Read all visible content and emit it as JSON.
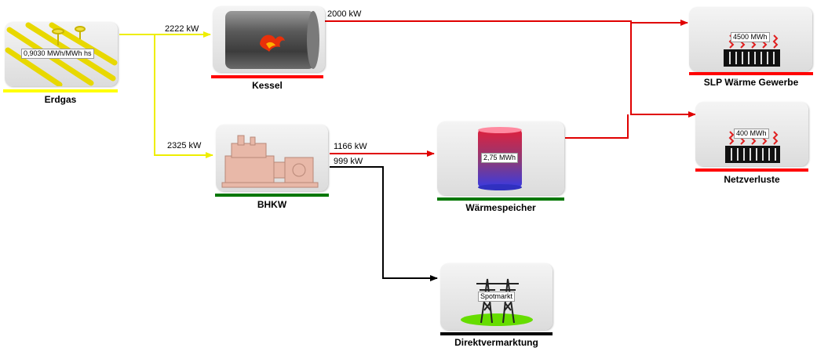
{
  "nodes": {
    "erdgas": {
      "label": "Erdgas",
      "value": "0,9030 MWh/MWh hs",
      "bar_color": "#ffff00",
      "icon": "gas-pipeline-icon"
    },
    "kessel": {
      "label": "Kessel",
      "bar_color": "#ff0000",
      "icon": "boiler-flame-icon"
    },
    "bhkw": {
      "label": "BHKW",
      "bar_color": "#007700",
      "icon": "chp-engine-icon"
    },
    "waermespeicher": {
      "label": "Wärmespeicher",
      "value": "2,75 MWh",
      "bar_color": "#007700",
      "icon": "heat-storage-tank-icon"
    },
    "slp": {
      "label": "SLP Wärme Gewerbe",
      "value": "4500 MWh",
      "bar_color": "#ff0000",
      "icon": "radiator-heat-icon"
    },
    "netzverluste": {
      "label": "Netzverluste",
      "value": "400 MWh",
      "bar_color": "#ff0000",
      "icon": "radiator-heat-icon"
    },
    "direktvermarktung": {
      "label": "Direktvermarktung",
      "value": "Spotmarkt",
      "bar_color": "#000000",
      "icon": "power-pylon-icon"
    }
  },
  "flows": {
    "erdgas_kessel": {
      "label": "2222 kW",
      "color": "#ffff00"
    },
    "erdgas_bhkw": {
      "label": "2325 kW",
      "color": "#ffff00"
    },
    "kessel_out": {
      "label": "2000 kW",
      "color": "#ff0000"
    },
    "bhkw_heat": {
      "label": "1166 kW",
      "color": "#ff0000"
    },
    "bhkw_power": {
      "label": "999 kW",
      "color": "#000000"
    },
    "speicher_out": {
      "color": "#ff0000"
    }
  }
}
